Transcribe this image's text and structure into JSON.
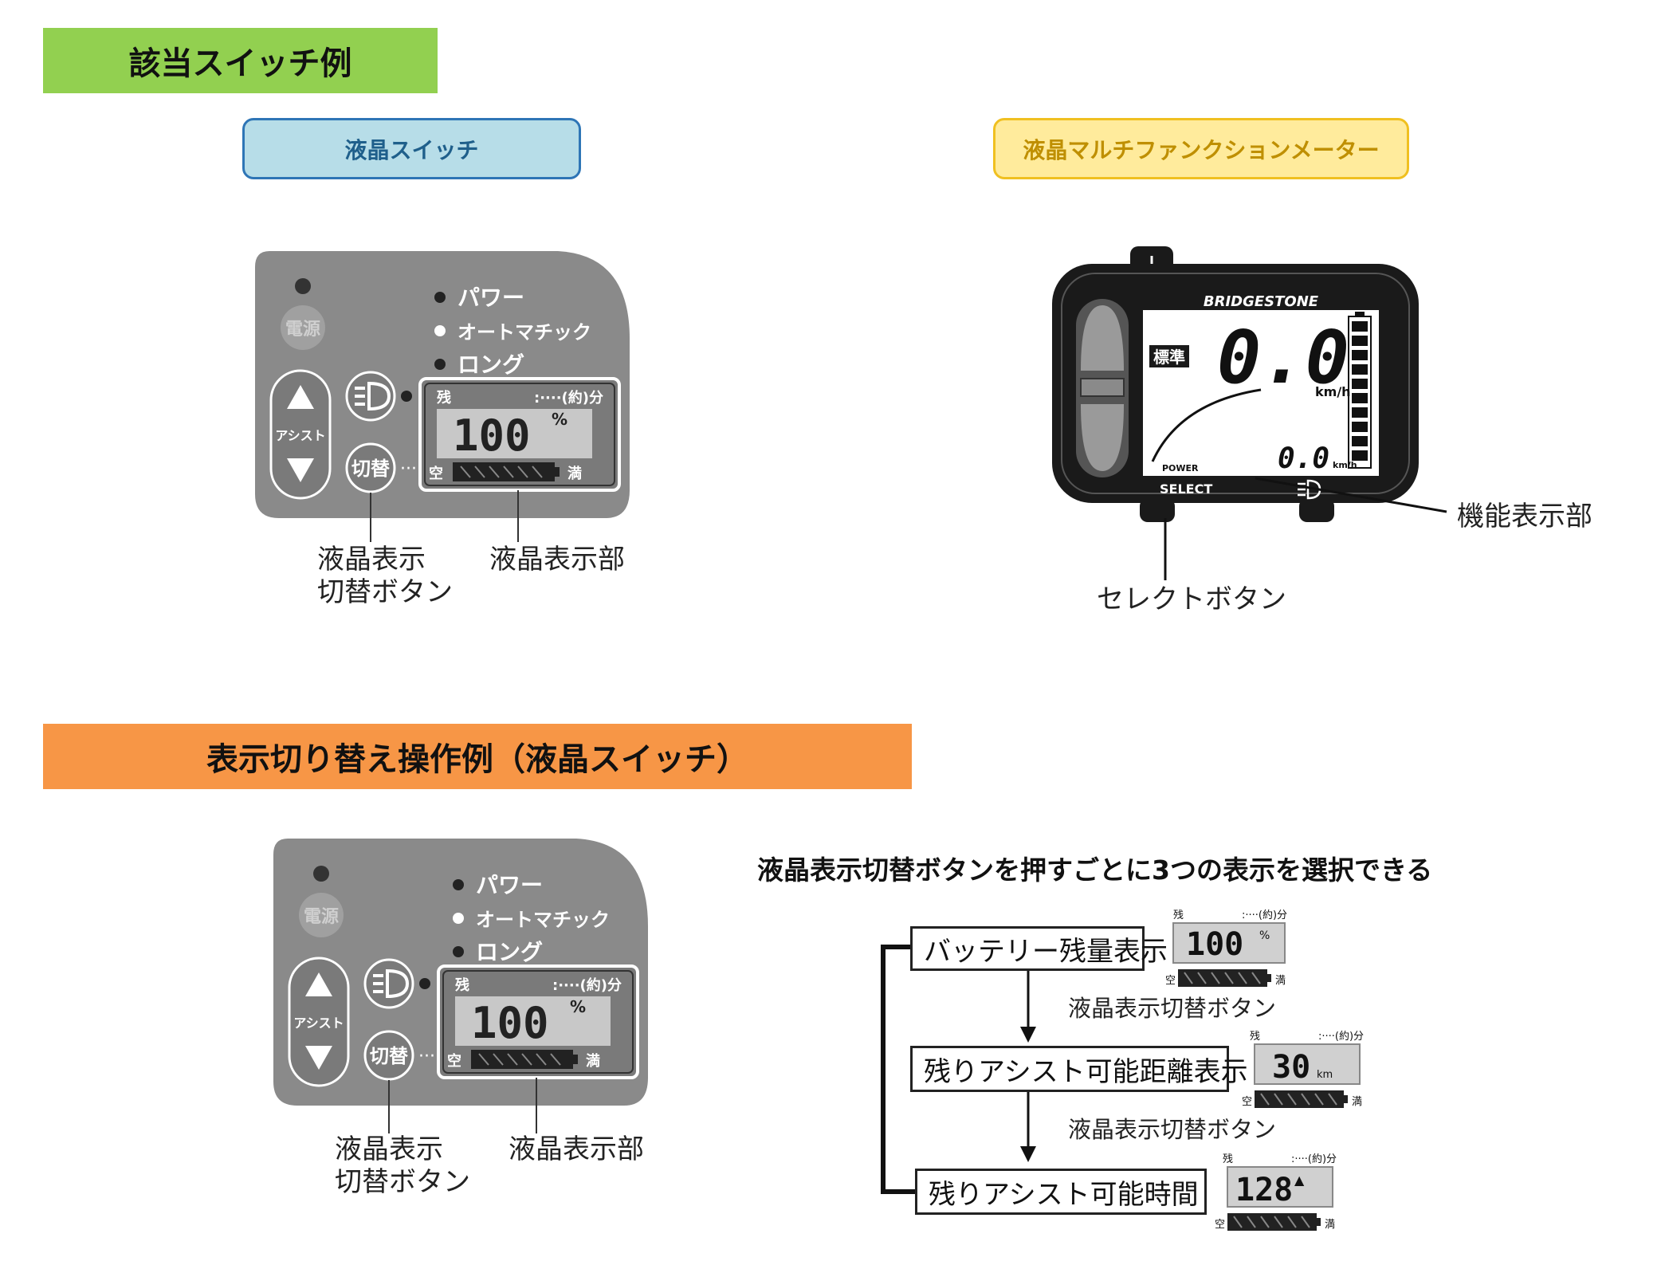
{
  "colors": {
    "green": "#92d050",
    "orange": "#f79646",
    "blue_fill": "#b7dde8",
    "blue_border": "#2e75b6",
    "blue_text": "#1f5f8b",
    "yellow_fill": "#ffeb9c",
    "yellow_border": "#f0c020",
    "yellow_text": "#bf8f00",
    "panel_gray": "#8a8a8a"
  },
  "sections": {
    "example_title": "該当スイッチ例",
    "operation_title": "表示切り替え操作例（液晶スイッチ）"
  },
  "tags": {
    "lcd_switch": "液晶スイッチ",
    "multi_meter": "液晶マルチファンクションメーター"
  },
  "panel": {
    "power": "電源",
    "modes": [
      "パワー",
      "オートマチック",
      "ロング"
    ],
    "assist": "アシスト",
    "switch_btn": "切替",
    "remain": "残",
    "time_unit": ":····(約)分",
    "value": "100",
    "percent": "%",
    "empty": "空",
    "full": "満"
  },
  "callouts": {
    "switch_button_line1": "液晶表示",
    "switch_button_line2": "切替ボタン",
    "display_part": "液晶表示部"
  },
  "meter": {
    "brand": "BRIDGESTONE",
    "mode": "標準",
    "speed": "0.0",
    "speed_unit": "km/h",
    "sub_speed": "0.0",
    "sub_unit": "km/h",
    "power_label": "POWER",
    "select_label": "SELECT",
    "function_display": "機能表示部",
    "select_button": "セレクトボタン"
  },
  "flow": {
    "caption": "液晶表示切替ボタンを押すごとに3つの表示を選択できる",
    "steps": [
      {
        "label": "バッテリー残量表示",
        "value": "100",
        "unit": "%"
      },
      {
        "label": "残りアシスト可能距離表示",
        "value": "30",
        "unit": "km"
      },
      {
        "label": "残りアシスト可能時間",
        "value": "128",
        "unit": "▲"
      }
    ],
    "arrow_label": "液晶表示切替ボタン"
  }
}
